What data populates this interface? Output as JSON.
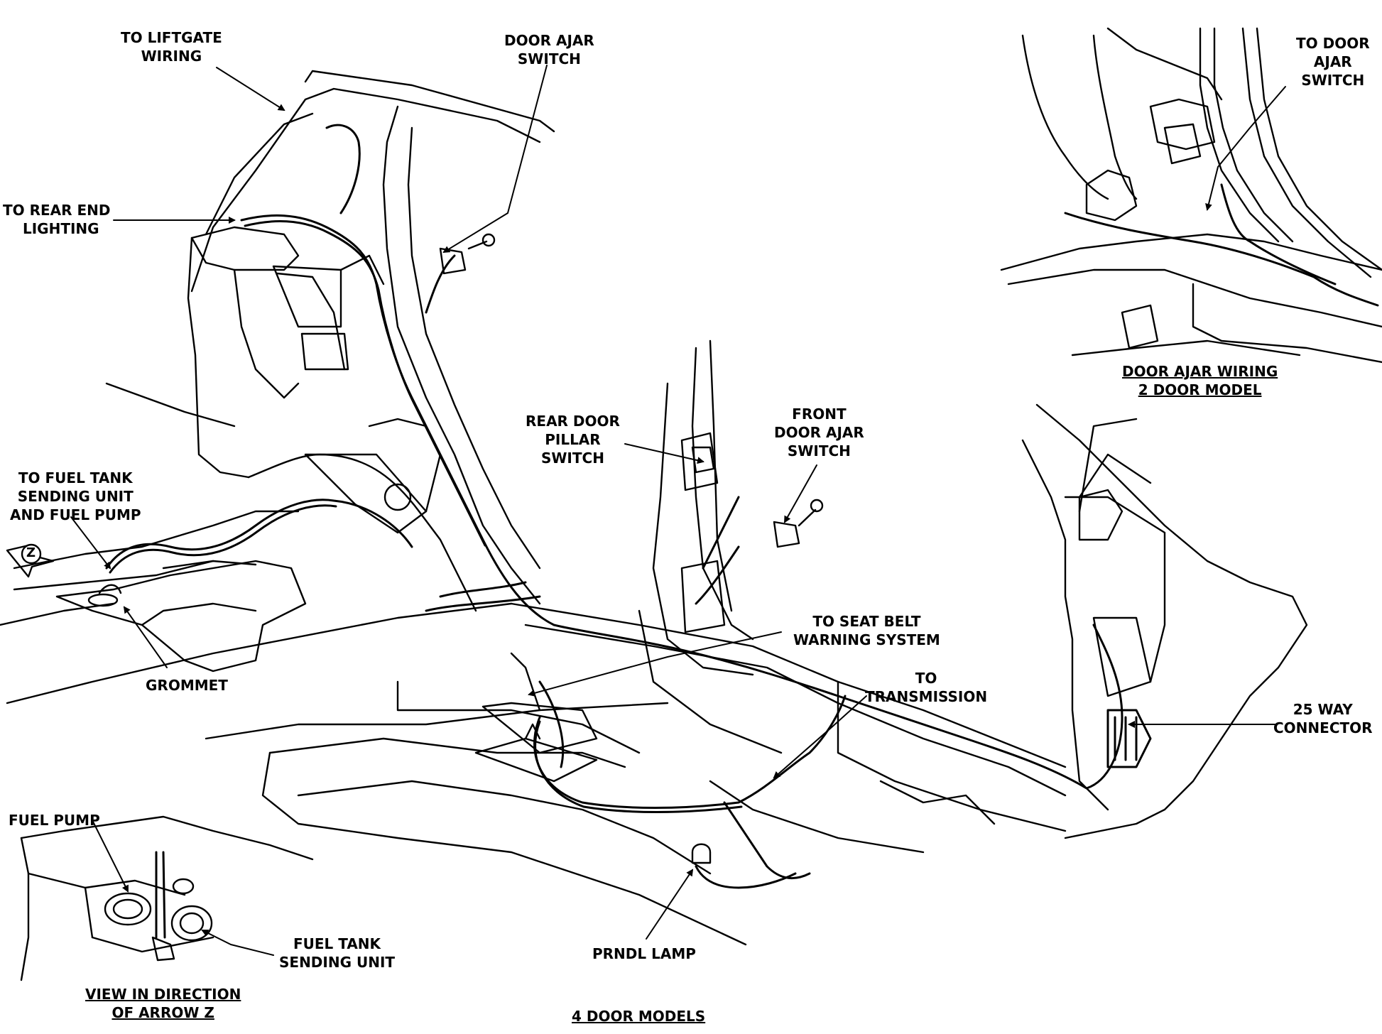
{
  "diagram": {
    "main_caption": "4 DOOR MODELS",
    "inset_2door_caption": [
      "DOOR AJAR WIRING",
      "2 DOOR MODEL"
    ],
    "inset_arrow_caption": [
      "VIEW IN DIRECTION",
      "OF ARROW Z"
    ],
    "arrow_marker": "Z",
    "labels": {
      "liftgate": [
        "TO LIFTGATE",
        "WIRING"
      ],
      "rear_end": [
        "TO REAR END",
        "LIGHTING"
      ],
      "door_ajar": [
        "DOOR AJAR",
        "SWITCH"
      ],
      "to_door_ajar": [
        "TO DOOR",
        "AJAR",
        "SWITCH"
      ],
      "rear_door_pillar": [
        "REAR DOOR",
        "PILLAR",
        "SWITCH"
      ],
      "front_door_ajar": [
        "FRONT",
        "DOOR AJAR",
        "SWITCH"
      ],
      "fuel_tank": [
        "TO FUEL TANK",
        "SENDING UNIT",
        "AND FUEL PUMP"
      ],
      "grommet": "GROMMET",
      "seat_belt": [
        "TO SEAT BELT",
        "WARNING SYSTEM"
      ],
      "transmission": [
        "TO",
        "TRANSMISSION"
      ],
      "connector_25": [
        "25 WAY",
        "CONNECTOR"
      ],
      "fuel_pump": "FUEL PUMP",
      "fuel_tank_sending": [
        "FUEL TANK",
        "SENDING UNIT"
      ],
      "prndl": "PRNDL LAMP"
    }
  }
}
